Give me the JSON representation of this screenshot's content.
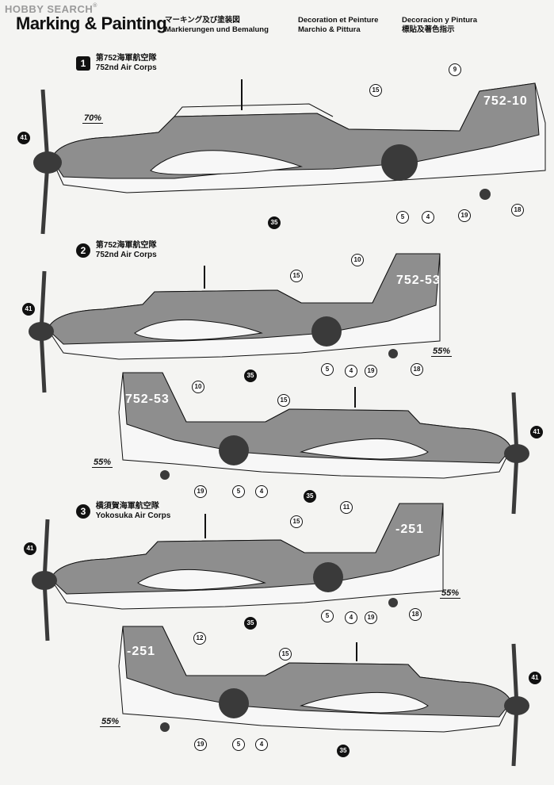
{
  "header": {
    "watermark": "HOBBY SEARCH",
    "watermark_mark": "®",
    "title": "Marking & Painting",
    "languages": [
      "マーキング及び塗装図",
      "Markierungen und Bemalung",
      "Decoration et Peinture",
      "Marchio & Pittura",
      "Decoracion y Pintura",
      "標貼及著色指示"
    ]
  },
  "units": [
    {
      "number": "1",
      "jp": "第752海軍航空隊",
      "en": "752nd Air Corps"
    },
    {
      "number": "2",
      "jp": "第752海軍航空隊",
      "en": "752nd Air Corps"
    },
    {
      "number": "3",
      "jp": "横須賀海軍航空隊",
      "en": "Yokosuka Air Corps"
    }
  ],
  "views": [
    {
      "percent": "70%",
      "tail_code": "752-10",
      "tail_callout": "9",
      "callouts": [
        "15",
        "9",
        "41",
        "5",
        "4",
        "19",
        "18",
        "35"
      ]
    },
    {
      "percent": "55%",
      "tail_code": "752-53",
      "tail_callout": "10",
      "callouts": [
        "15",
        "10",
        "41",
        "5",
        "4",
        "19",
        "18",
        "35"
      ]
    },
    {
      "percent": "55%",
      "tail_code": "752-53",
      "tail_callout": "10",
      "callouts": [
        "15",
        "10",
        "41",
        "5",
        "4",
        "19",
        "35"
      ]
    },
    {
      "percent": "55%",
      "tail_code": "-251",
      "tail_callout": "11",
      "callouts": [
        "15",
        "11",
        "41",
        "5",
        "4",
        "19",
        "18",
        "35"
      ]
    },
    {
      "percent": "55%",
      "tail_code": "-251",
      "tail_callout": "12",
      "callouts": [
        "15",
        "12",
        "41",
        "5",
        "4",
        "19",
        "35"
      ]
    }
  ],
  "colors": {
    "upper_camo": "#8e8e8e",
    "underside": "#f7f7f7",
    "hinomaru": "#3a3a3a",
    "ink": "#111111"
  }
}
